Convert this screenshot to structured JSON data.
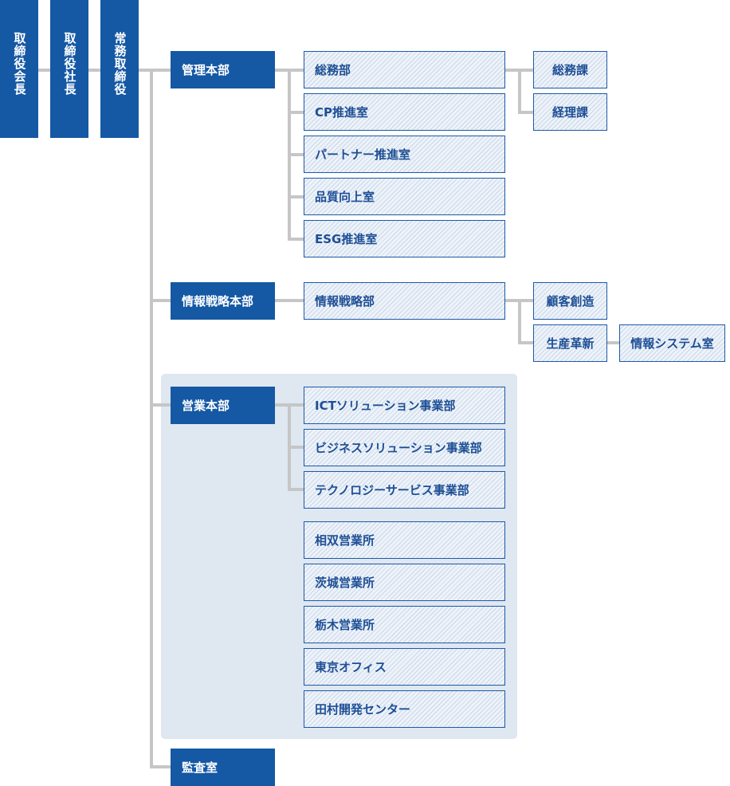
{
  "executives": {
    "chairman": "取締役会長",
    "president": "取締役社長",
    "managing_director": "常務取締役"
  },
  "management_hq": {
    "label": "管理本部",
    "departments": {
      "general_affairs": "総務部",
      "cp_promotion": "CP推進室",
      "partner_promotion": "パートナー推進室",
      "quality_improvement": "品質向上室",
      "esg_promotion": "ESG推進室"
    },
    "sections": {
      "general_affairs_section": "総務課",
      "accounting_section": "経理課"
    }
  },
  "info_strategy_hq": {
    "label": "情報戦略本部",
    "department": "情報戦略部",
    "customer_creation": "顧客創造",
    "production_innovation": "生産革新",
    "info_system_room": "情報システム室"
  },
  "sales_hq": {
    "label": "営業本部",
    "divisions": {
      "ict": "ICTソリューション事業部",
      "business": "ビジネスソリューション事業部",
      "technology": "テクノロジーサービス事業部"
    },
    "offices": {
      "soma": "相双営業所",
      "ibaraki": "茨城営業所",
      "tochigi": "栃木営業所",
      "tokyo": "東京オフィス",
      "tamura": "田村開発センター"
    }
  },
  "audit_office": {
    "label": "監査室"
  },
  "colors": {
    "primary_blue": "#1558a4",
    "connector_gray": "#c6c6c6",
    "panel_bg": "#dfe7f1"
  }
}
